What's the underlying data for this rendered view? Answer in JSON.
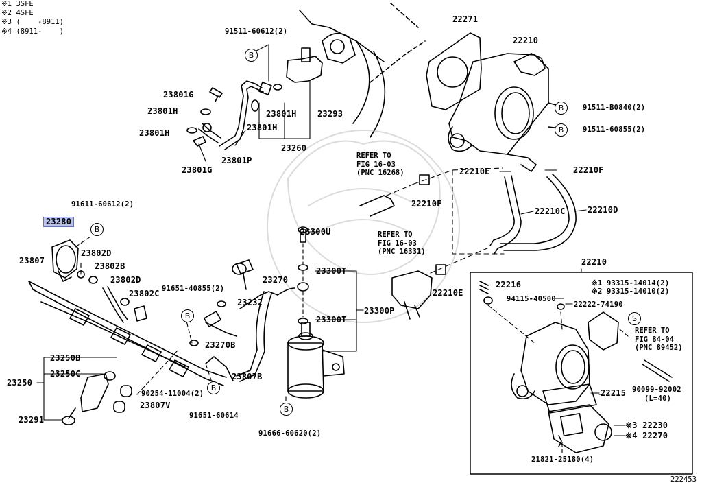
{
  "legend": [
    "※1 3SFE",
    "※2 4SFE",
    "※3 (    -8911)",
    "※4 (8911-    )"
  ],
  "diagram_id": "222453",
  "highlighted_part": "23280",
  "labels": {
    "p91511_60612": "91511-60612(2)",
    "p23801G_a": "23801G",
    "p23801H_a": "23801H",
    "p23801H_b": "23801H",
    "p23801H_c": "23801H",
    "p23801H_d": "23801H",
    "p23801G_b": "23801G",
    "p23801P": "23801P",
    "p23260": "23260",
    "p23293": "23293",
    "p22271": "22271",
    "p22210_top": "22210",
    "p91511_B0840": "91511-B0840(2)",
    "p91511_60855": "91511-60855(2)",
    "p22210E_a": "22210E",
    "p22210F_a": "22210F",
    "p22210F_b": "22210F",
    "p22210C": "22210C",
    "p22210D": "22210D",
    "p22210E_b": "22210E",
    "p91611_60612": "91611-60612(2)",
    "p23280": "23280",
    "p23807": "23807",
    "p23802D_a": "23802D",
    "p23802B": "23802B",
    "p23802D_b": "23802D",
    "p23802C": "23802C",
    "p91651_40855": "91651-40855(2)",
    "p23232": "23232",
    "p23270": "23270",
    "p23270B": "23270B",
    "p23300U": "23300U",
    "p23300T_a": "23300T",
    "p23300T_b": "23300T",
    "p23300P": "23300P",
    "p23807B": "23807B",
    "p23250B": "23250B",
    "p23250C": "23250C",
    "p23250": "23250",
    "p90254": "90254-11004(2)",
    "p23807V": "23807V",
    "p91651_60614": "91651-60614",
    "p23291": "23291",
    "p91666": "91666-60620(2)",
    "p22210_box": "22210",
    "p22216": "22216",
    "p94115": "94115-40500",
    "p93315_14014": "※1 93315-14014(2)",
    "p93315_14010": "※2 93315-14010(2)",
    "p22222": "22222-74190",
    "p22215": "22215",
    "p90099": "90099-92002",
    "p90099_len": "(L=40)",
    "p22230": "※3 22230",
    "p22270": "※4 22270",
    "p21821": "21821-25180(4)"
  },
  "refs": {
    "r16268": "REFER TO\nFIG 16-03\n(PNC 16268)",
    "r16331": "REFER TO\nFIG 16-03\n(PNC 16331)",
    "r89452": "REFER TO\nFIG 84-04\n(PNC 89452)"
  },
  "circles": {
    "b": "B",
    "s": "S"
  }
}
